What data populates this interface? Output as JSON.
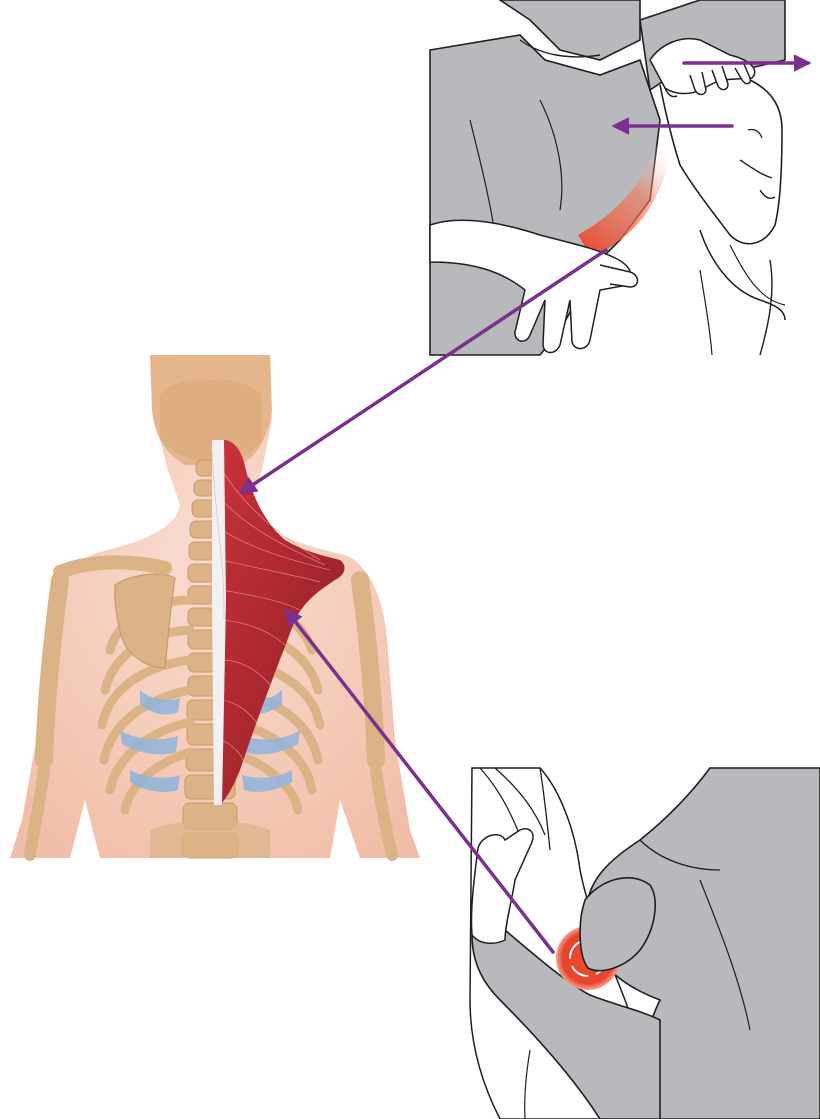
{
  "diagram": {
    "panels": [
      {
        "id": "neck-stretch-illustration"
      },
      {
        "id": "trapezius-anatomy-illustration"
      },
      {
        "id": "trigger-point-pressure-illustration"
      }
    ],
    "colors": {
      "arrow": "#7b2f8e",
      "clothing": "#b8b9bc",
      "outline": "#1f1f1f",
      "skin": "#f6d2c0",
      "bone": "#e0b98a",
      "muscle": "#b3262f",
      "lung": "#8fb4dc",
      "highlight": "#e8442d"
    },
    "icons": [
      "neck-stretch-figure-icon",
      "back-skeleton-icon",
      "trapezius-muscle-icon",
      "pressure-point-icon",
      "arrow-icon"
    ]
  }
}
